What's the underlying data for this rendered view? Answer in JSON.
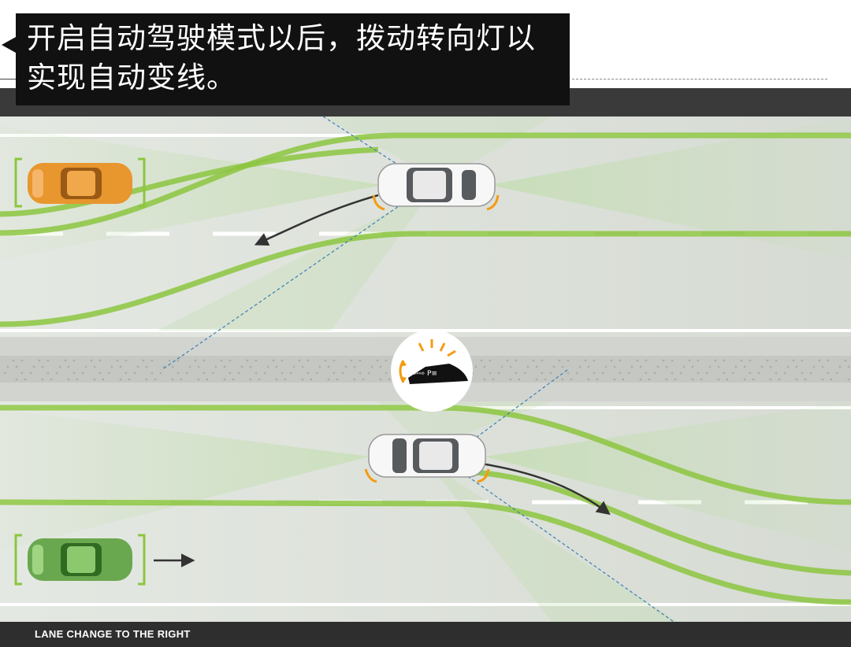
{
  "caption": {
    "line1": "开启自动驾驶模式以后，拨动转向灯以",
    "line2": "实现自动变线。"
  },
  "footer": {
    "label": "LANE CHANGE TO THE RIGHT"
  },
  "colors": {
    "road": "#e8ebe6",
    "header_bar": "#3a3a3a",
    "green_path": "#8cc63f",
    "orange_car": "#e8962e",
    "green_car": "#6aa84f",
    "indicator": "#f39c12"
  },
  "stalk_label": "⇦⇨ P≡"
}
